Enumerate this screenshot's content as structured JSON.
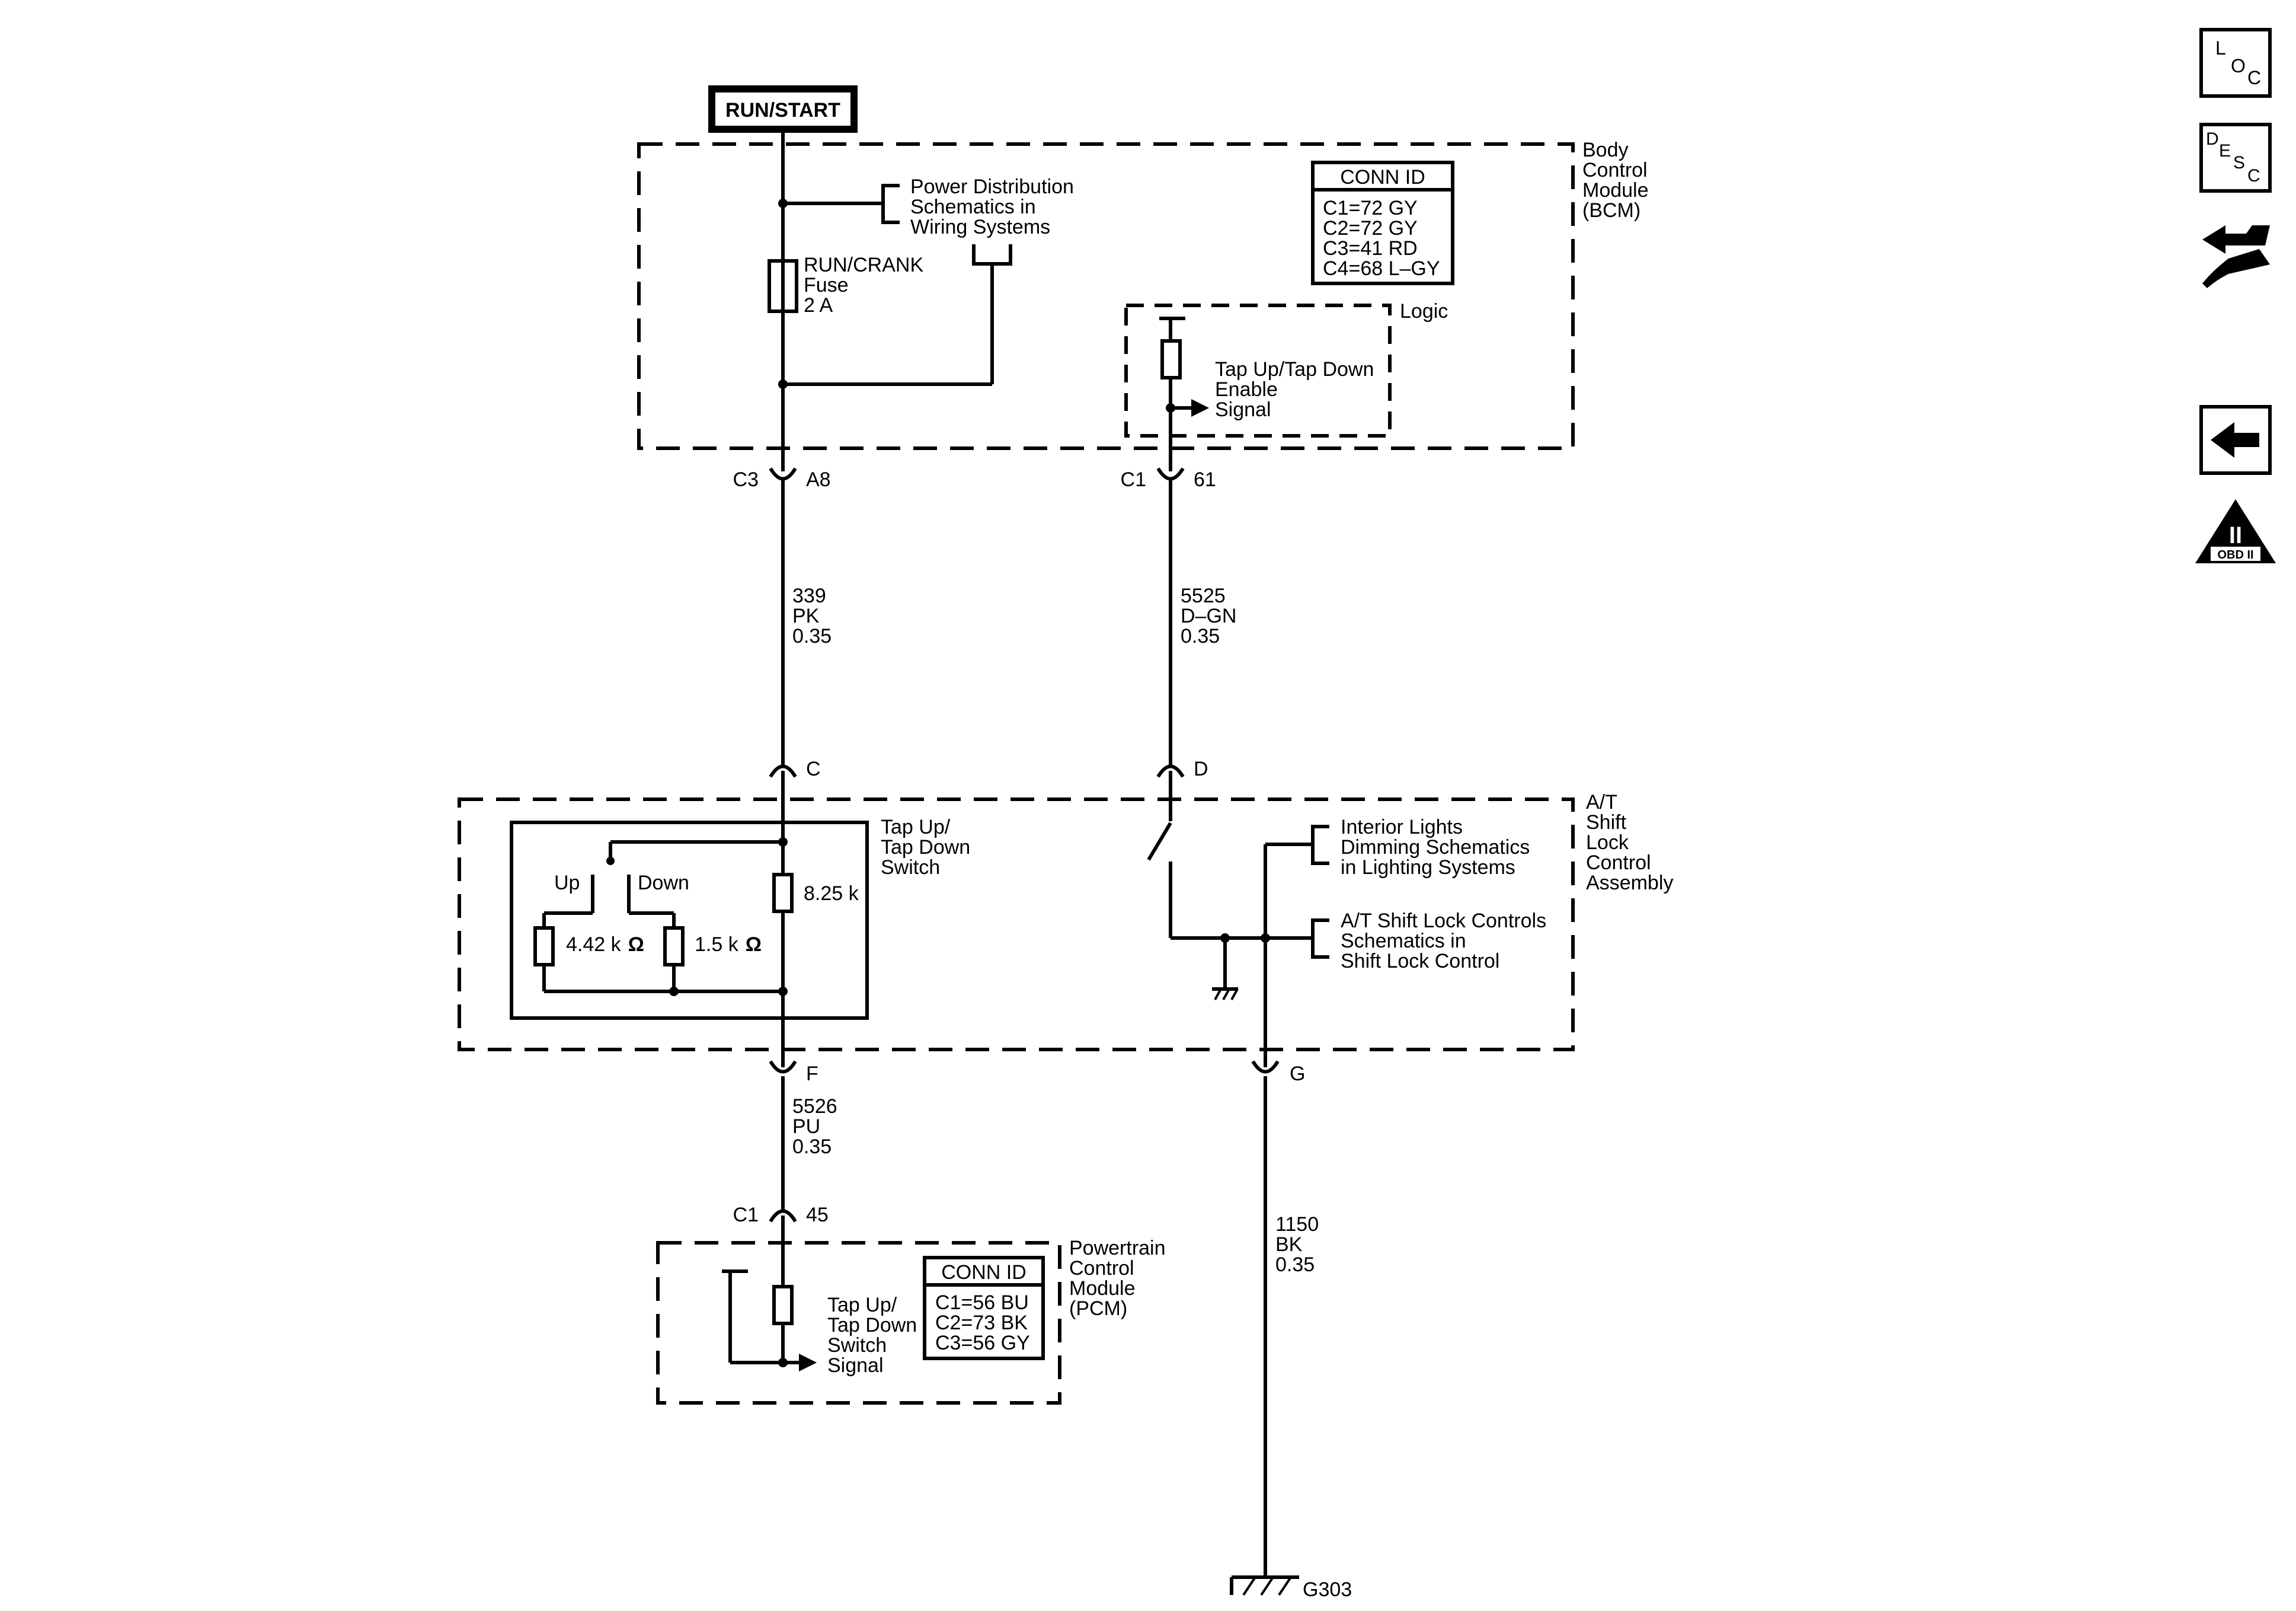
{
  "power_source": {
    "label": "RUN/START"
  },
  "bcm": {
    "title_lines": [
      "Body",
      "Control",
      "Module",
      "(BCM)"
    ],
    "power_dist_lines": [
      "Power Distribution",
      "Schematics in",
      "Wiring Systems"
    ],
    "fuse_lines": [
      "RUN/CRANK",
      "Fuse",
      "2 A"
    ],
    "conn_id_title": "CONN ID",
    "conn_id": [
      "C1=72 GY",
      "C2=72 GY",
      "C3=41 RD",
      "C4=68 L–GY"
    ],
    "logic_label": "Logic",
    "signal_lines": [
      "Tap Up/Tap Down",
      "Enable",
      "Signal"
    ],
    "conn_left": {
      "connector": "C3",
      "pin": "A8"
    },
    "conn_right": {
      "connector": "C1",
      "pin": "61"
    }
  },
  "wires": {
    "w339": [
      "339",
      "PK",
      "0.35"
    ],
    "w5525": [
      "5525",
      "D–GN",
      "0.35"
    ],
    "w5526": [
      "5526",
      "PU",
      "0.35"
    ],
    "w1150": [
      "1150",
      "BK",
      "0.35"
    ]
  },
  "shift_lock": {
    "title_lines": [
      "A/T",
      "Shift",
      "Lock",
      "Control",
      "Assembly"
    ],
    "pin_c": "C",
    "pin_d": "D",
    "pin_f": "F",
    "pin_g": "G",
    "switch_lines": [
      "Tap Up/",
      "Tap Down",
      "Switch"
    ],
    "up_label": "Up",
    "down_label": "Down",
    "r1": "4.42 k",
    "r2": "1.5 k",
    "r3": "8.25 k",
    "interior_lines": [
      "Interior Lights",
      "Dimming Schematics",
      "in Lighting Systems"
    ],
    "shiftlock_lines": [
      "A/T Shift Lock Controls",
      "Schematics in",
      "Shift Lock Control"
    ]
  },
  "pcm": {
    "title_lines": [
      "Powertrain",
      "Control",
      "Module",
      "(PCM)"
    ],
    "conn": {
      "connector": "C1",
      "pin": "45"
    },
    "conn_id_title": "CONN ID",
    "conn_id": [
      "C1=56 BU",
      "C2=73 BK",
      "C3=56 GY"
    ],
    "signal_lines": [
      "Tap Up/",
      "Tap Down",
      "Switch",
      "Signal"
    ]
  },
  "ground": {
    "label": "G303"
  },
  "nav": {
    "loc": [
      "L",
      "O",
      "C"
    ],
    "desc": [
      "D",
      "E",
      "S",
      "C"
    ],
    "obd_numeral": "II",
    "obd_text": "OBD II"
  }
}
